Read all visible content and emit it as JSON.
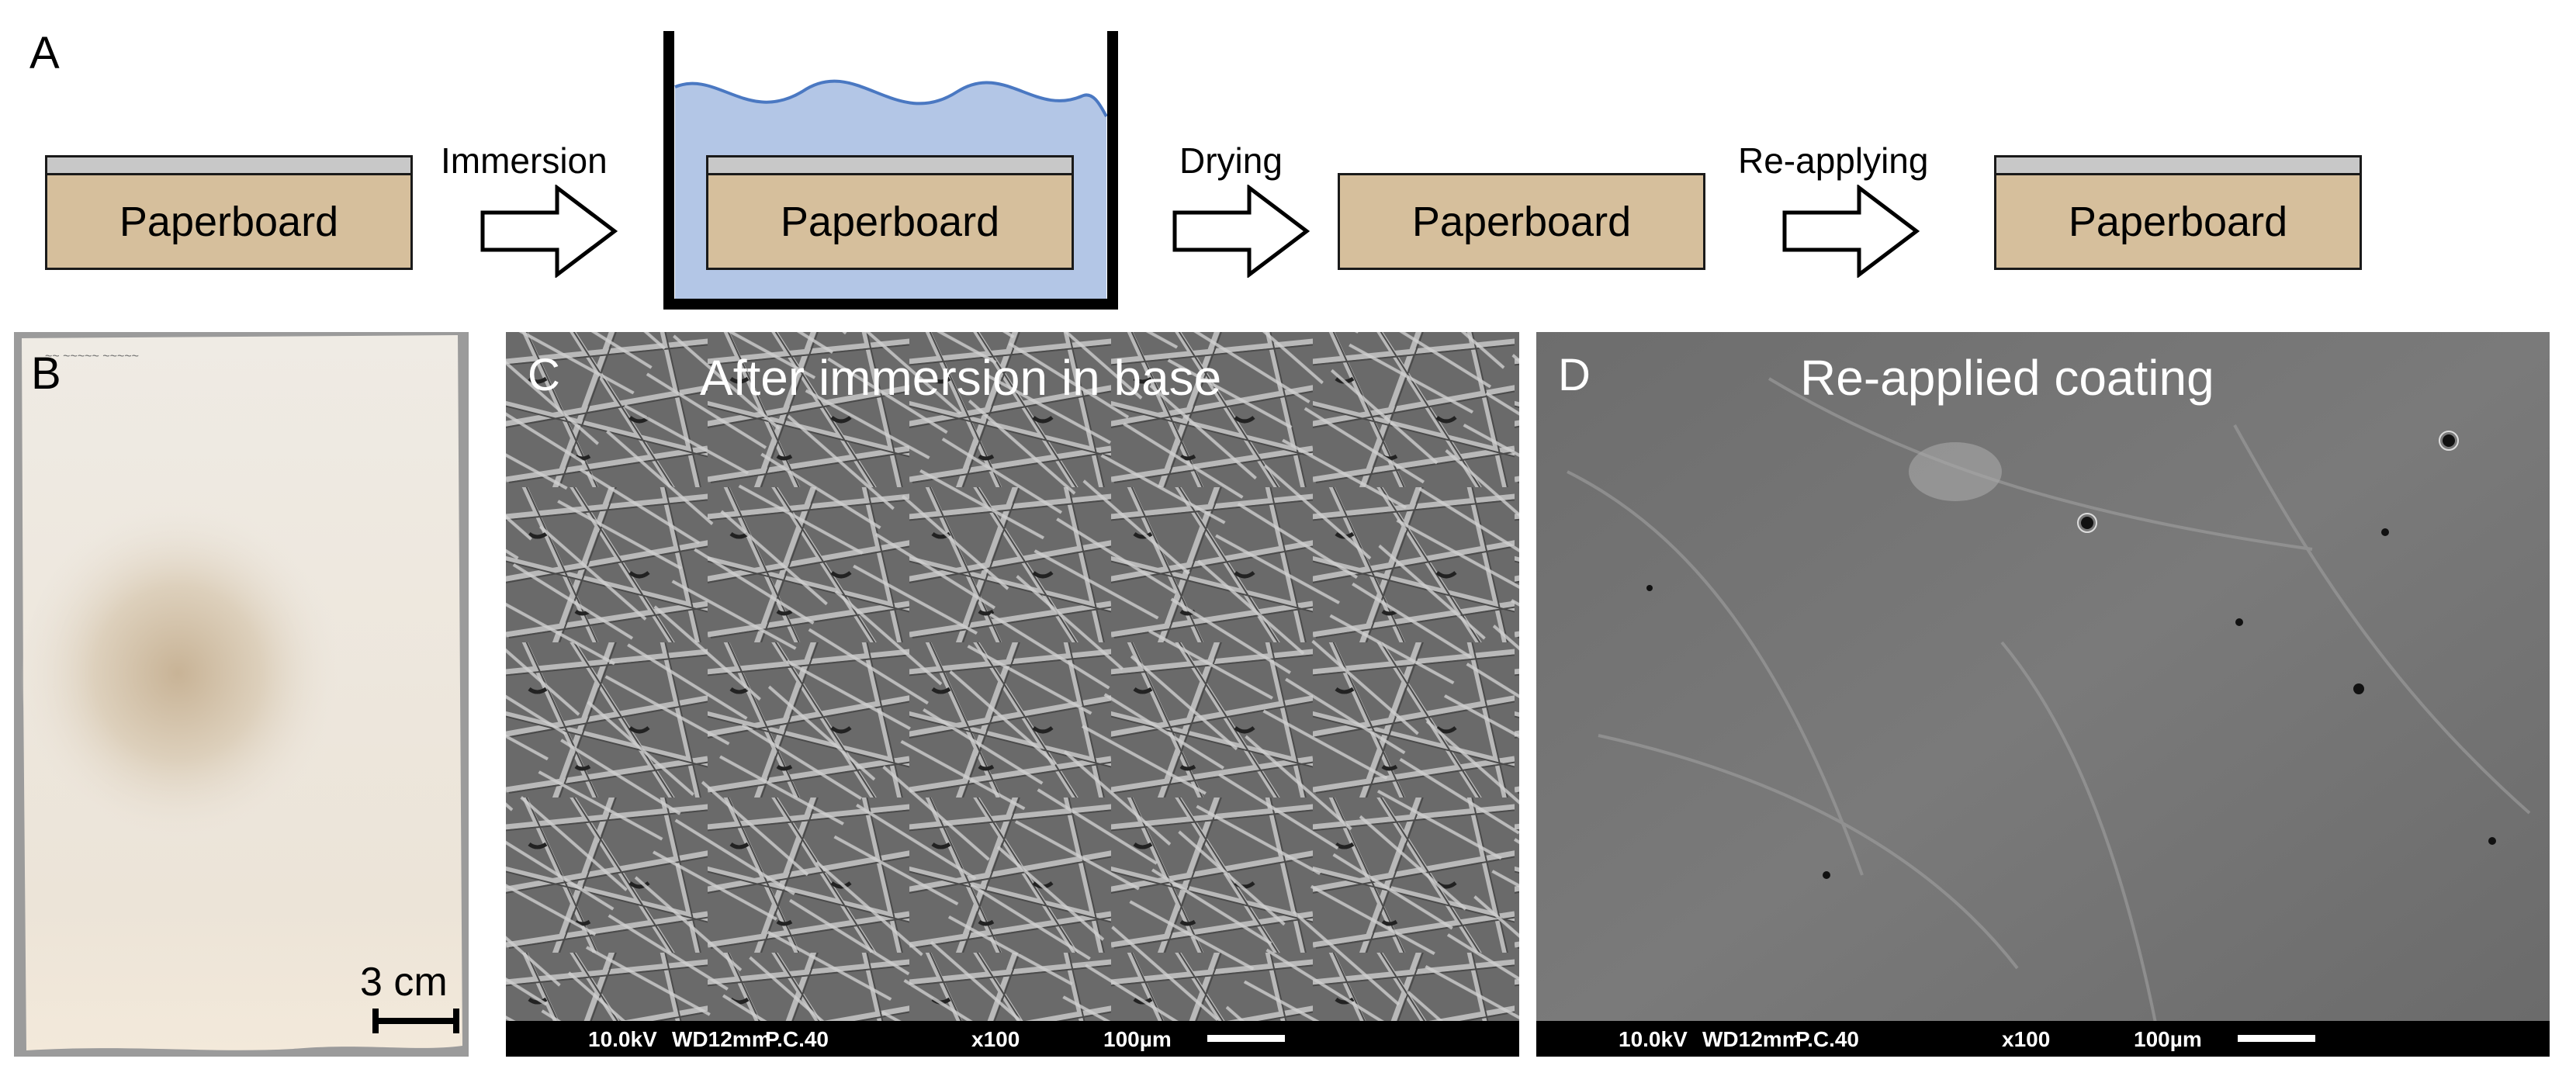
{
  "panel_a": {
    "letter": "A",
    "board_label": "Paperboard",
    "steps": [
      "Immersion",
      "Drying",
      "Re-applying"
    ]
  },
  "panel_b": {
    "letter": "B",
    "scale_label": "3 cm"
  },
  "panel_c": {
    "letter": "C",
    "title": "After immersion in base",
    "sem": {
      "voltage": "10.0kV",
      "wd": "WD12mm",
      "pc": "P.C.40",
      "mag": "x100",
      "scale": "100µm"
    }
  },
  "panel_d": {
    "letter": "D",
    "title": "Re-applied coating",
    "sem": {
      "voltage": "10.0kV",
      "wd": "WD12mm",
      "pc": "P.C.40",
      "mag": "x100",
      "scale": "100µm"
    }
  },
  "colors": {
    "paperboard": "#d6bf9c",
    "coating": "#c8c8c8",
    "liquid": "#b3c6e6",
    "liquid_edge": "#4a78c2"
  },
  "icons": [
    "right-arrow-icon",
    "beaker-icon",
    "scale-bar-icon"
  ]
}
